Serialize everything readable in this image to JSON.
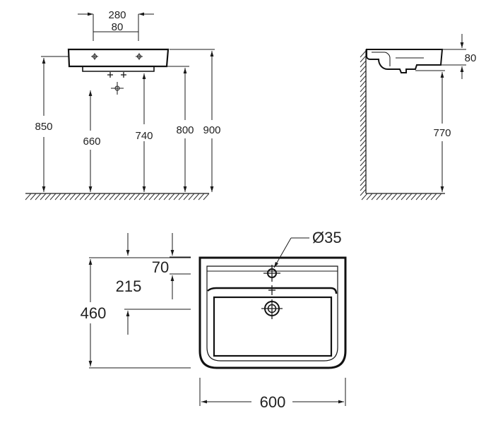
{
  "front_view": {
    "width_280": "280",
    "spacing_80": "80",
    "height_850": "850",
    "height_660": "660",
    "height_740": "740",
    "height_800": "800",
    "height_900": "900"
  },
  "side_view": {
    "depth_80": "80",
    "height_770": "770"
  },
  "top_view": {
    "hole_diameter": "Ø35",
    "offset_70": "70",
    "offset_215": "215",
    "depth_460": "460",
    "width_600": "600"
  }
}
